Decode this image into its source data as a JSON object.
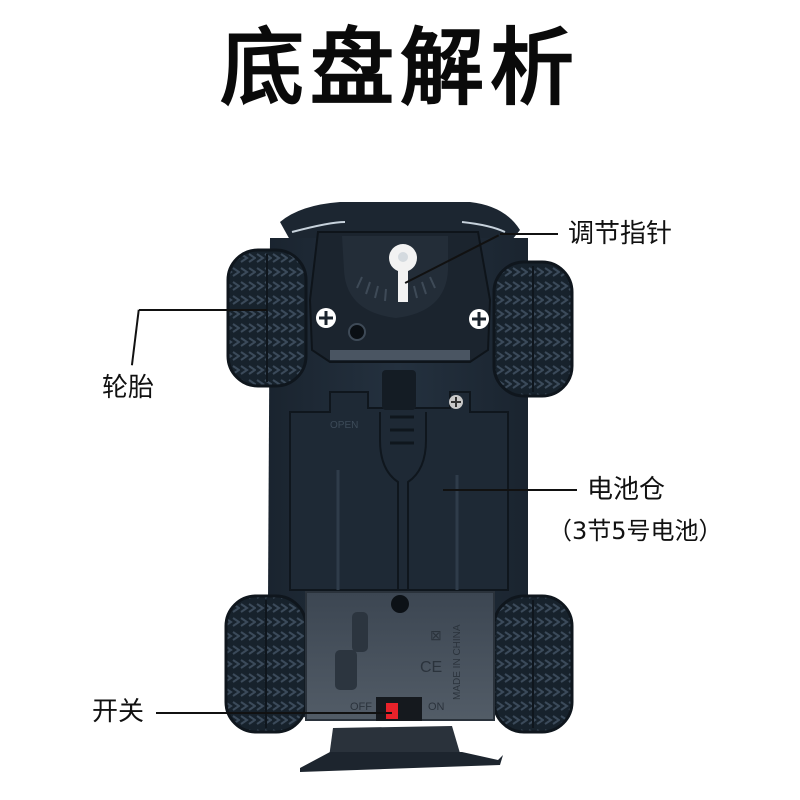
{
  "title": "底盘解析",
  "callouts": {
    "adjust_pointer": {
      "label": "调节指针"
    },
    "tire": {
      "label": "轮胎"
    },
    "battery": {
      "label": "电池仓",
      "sublabel": "（3节5号电池）"
    },
    "switch": {
      "label": "开关"
    }
  },
  "chassis_markings": {
    "battery_cover_left": "OPEN",
    "made_in": "MADE IN CHINA",
    "ce_mark": "CE",
    "switch_off": "OFF",
    "switch_on": "ON"
  },
  "colors": {
    "chassis": "#1f2a36",
    "chassis_light": "#2d3a48",
    "tire": "#1a2530",
    "switch_red": "#e8222a",
    "pointer_white": "#f2f2f2"
  }
}
